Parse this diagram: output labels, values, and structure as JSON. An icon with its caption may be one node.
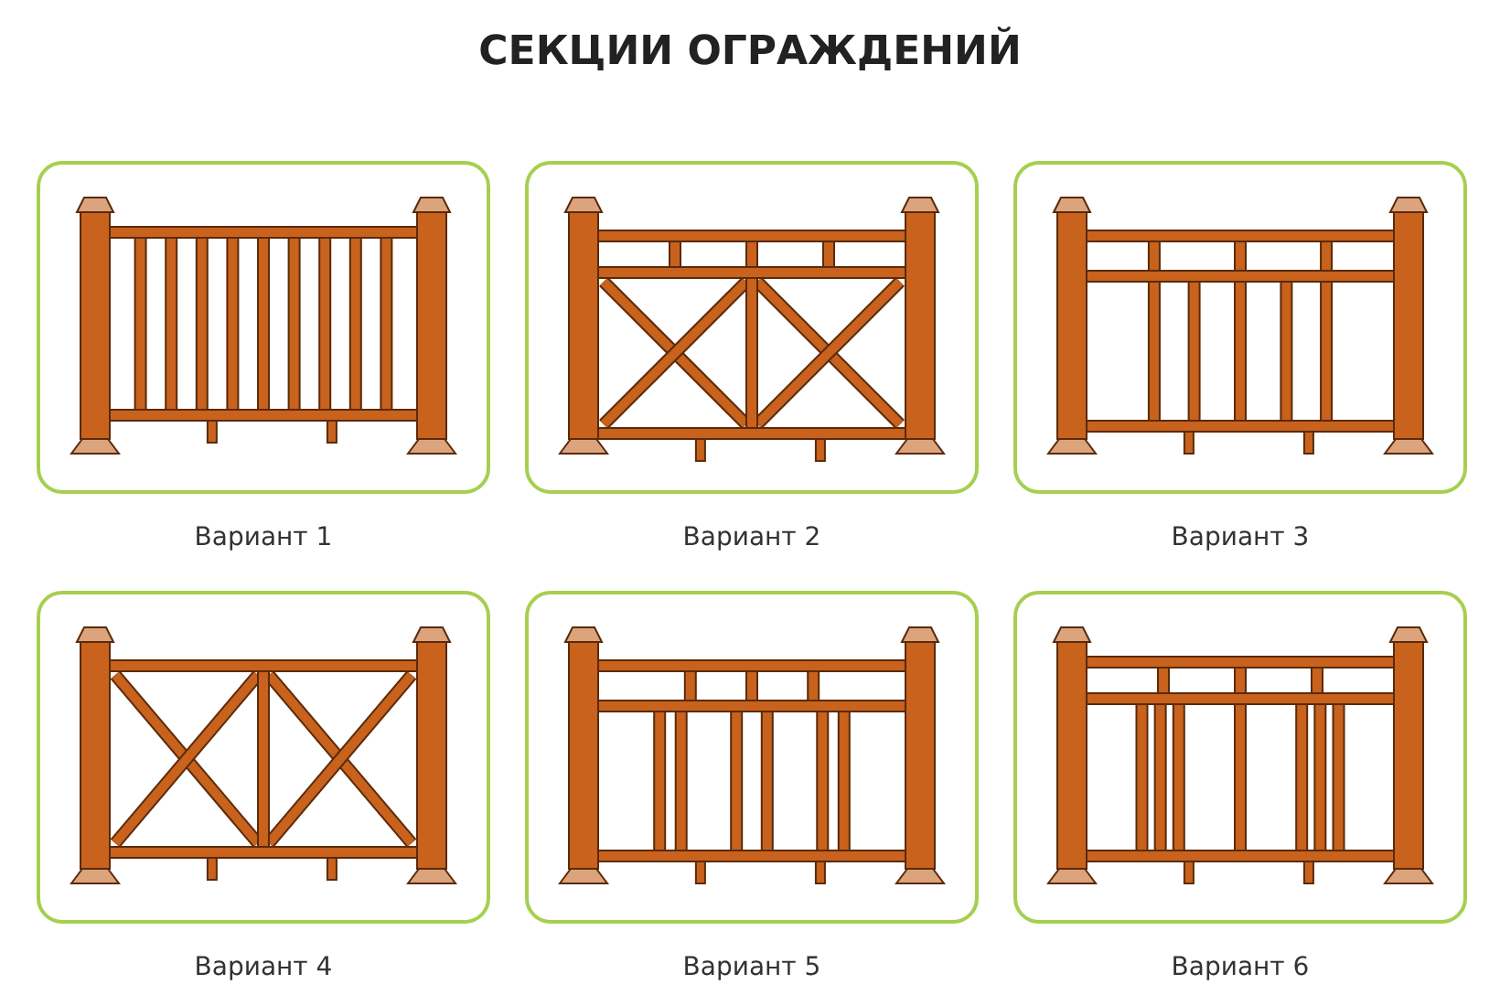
{
  "diagram": {
    "title": "СЕКЦИИ ОГРАЖДЕНИЙ",
    "nodes": [
      {
        "text": [
          "Вариант 1"
        ]
      },
      {
        "text": [
          "Вариант 2"
        ]
      },
      {
        "text": [
          "Вариант 3"
        ]
      },
      {
        "text": [
          "Вариант 4"
        ]
      },
      {
        "text": [
          "Вариант 5"
        ]
      },
      {
        "text": [
          "Вариант 6"
        ]
      }
    ]
  }
}
